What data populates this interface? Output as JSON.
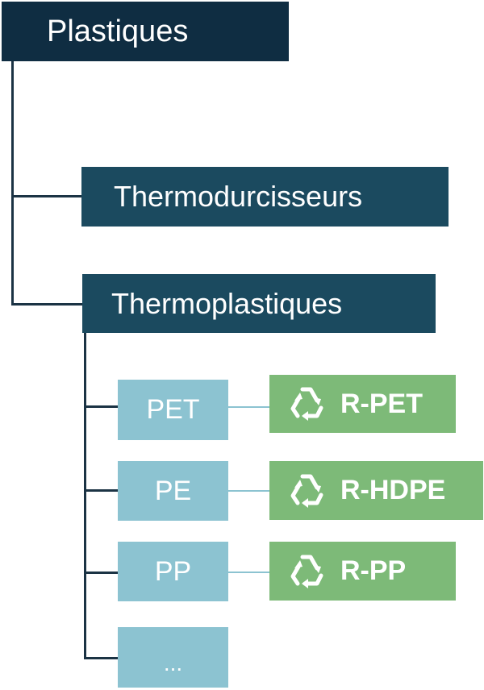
{
  "root": {
    "label": "Plastiques"
  },
  "categories": [
    {
      "label": "Thermodurcisseurs"
    },
    {
      "label": "Thermoplastiques"
    }
  ],
  "thermoplastics": [
    {
      "label": "PET",
      "recycled": "R-PET"
    },
    {
      "label": "PE",
      "recycled": "R-HDPE"
    },
    {
      "label": "PP",
      "recycled": "R-PP"
    },
    {
      "label": "..."
    }
  ],
  "icon": "recycle-icon",
  "colors": {
    "root": "#0f2d42",
    "category": "#1b4a5f",
    "polymer": "#8cc3d1",
    "recycled": "#7dba78",
    "connector": "#1b3344"
  }
}
